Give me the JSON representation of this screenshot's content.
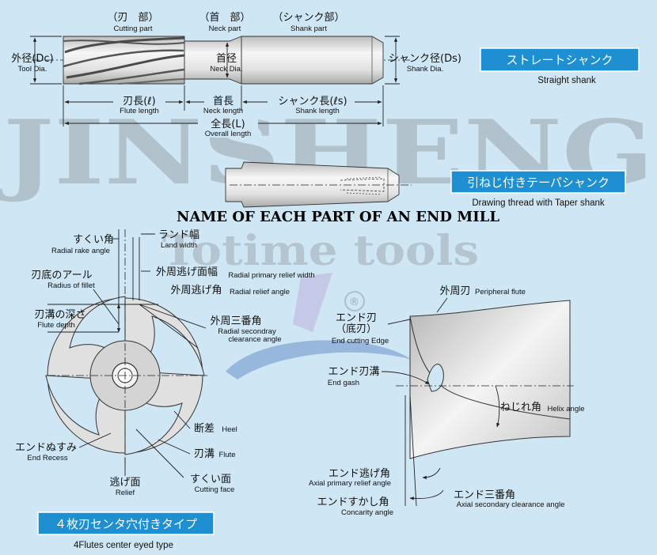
{
  "title": "NAME OF EACH PART OF AN END MILL",
  "watermark": {
    "brand": "JINSHENG",
    "sub": "Totime tools",
    "mark": "®"
  },
  "colors": {
    "background": "#cfe6f4",
    "accent_button": "#1e8fd0",
    "tool_body": "#e6e6e6"
  },
  "top_diagram": {
    "cutting_part": {
      "jp": "（刃　部）",
      "en": "Cutting part"
    },
    "neck_part": {
      "jp": "（首　部）",
      "en": "Neck part"
    },
    "shank_part": {
      "jp": "（シャンク部）",
      "en": "Shank part"
    },
    "tool_dia": {
      "jp": "外径(Dc)",
      "en": "Tool Dia."
    },
    "neck_dia": {
      "jp": "首径",
      "en": "Neck Dia."
    },
    "shank_dia": {
      "jp": "シャンク径(Ds)",
      "en": "Shank Dia."
    },
    "flute_length": {
      "jp": "刃長(ℓ)",
      "en": "Flute length"
    },
    "neck_length": {
      "jp": "首長",
      "en": "Neck length"
    },
    "shank_length": {
      "jp": "シャンク長(ℓs)",
      "en": "Shank length"
    },
    "overall_length": {
      "jp": "全長(L)",
      "en": "Overall length"
    },
    "straight_shank": {
      "button": "ストレートシャンク",
      "en": "Straight shank"
    },
    "taper_shank": {
      "button": "引ねじ付きテーパシャンク",
      "en": "Drawing thread with Taper shank"
    }
  },
  "cross_section": {
    "radial_rake_angle": {
      "jp": "すくい角",
      "en": "Radial rake angle"
    },
    "land_width": {
      "jp": "ランド幅",
      "en": "Land width"
    },
    "radial_primary_relief_width": {
      "jp": "外周逃げ面幅",
      "en": "Radial primary relief width"
    },
    "radius_of_fillet": {
      "jp": "刃底のアール",
      "en": "Radius of fillet"
    },
    "radial_relief_angle": {
      "jp": "外周逃げ角",
      "en": "Radial relief angle"
    },
    "flute_depth": {
      "jp": "刃溝の深さ",
      "en": "Flute depth"
    },
    "radial_secondary_clearance": {
      "jp": "外周三番角",
      "en1": "Radial secondray",
      "en2": "clearance angle"
    },
    "heel": {
      "jp": "断差",
      "en": "Heel"
    },
    "end_recess": {
      "jp": "エンドぬすみ",
      "en": "End Recess"
    },
    "flute": {
      "jp": "刃溝",
      "en": "Flute"
    },
    "relief": {
      "jp": "逃げ面",
      "en": "Relief"
    },
    "cutting_face": {
      "jp": "すくい面",
      "en": "Cutting face"
    },
    "type_button": "４枚刃センタ穴付きタイプ",
    "type_en": "4Flutes center eyed type"
  },
  "end_view": {
    "peripheral_flute": {
      "jp": "外周刃",
      "en": "Peripheral flute"
    },
    "end_cutting_edge": {
      "jp1": "エンド刃",
      "jp2": "（底刃）",
      "en": "End cutting Edge"
    },
    "end_gash": {
      "jp": "エンド刃溝",
      "en": "End gash"
    },
    "helix_angle": {
      "jp": "ねじれ角",
      "en": "Helix angle"
    },
    "axial_primary_relief": {
      "jp": "エンド逃げ角",
      "en": "Axial primary relief angle"
    },
    "axial_secondary_clearance": {
      "jp": "エンド三番角",
      "en": "Axial secondary clearance angle"
    },
    "concavity_angle": {
      "jp": "エンドすかし角",
      "en": "Concarity angle"
    }
  }
}
